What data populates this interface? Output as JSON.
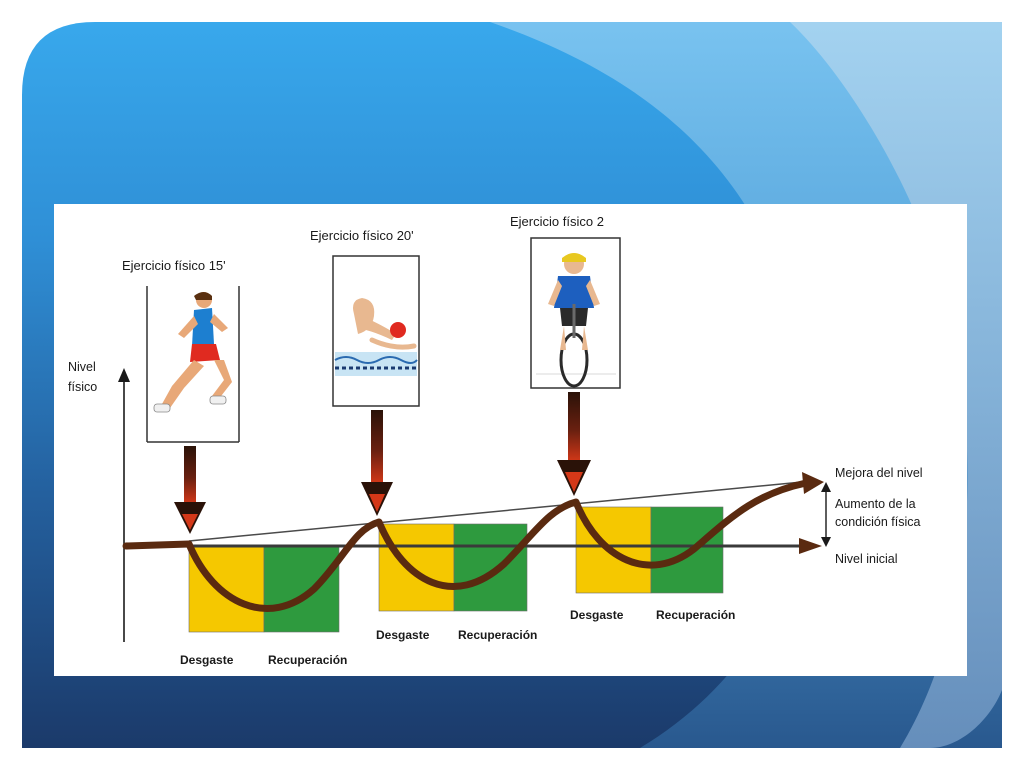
{
  "slide": {
    "colors": {
      "panel_top": "#38a8ec",
      "panel_bottom": "#1b3a6a",
      "light_swoosh": "#8cc8ef",
      "outer_swoosh": "#a8d4f0"
    }
  },
  "diagram": {
    "y_axis_label_line1": "Nivel",
    "y_axis_label_line2": "físico",
    "exercises": [
      {
        "label": "Ejercicio físico 15'",
        "icon": "runner-icon"
      },
      {
        "label": "Ejercicio físico 20'",
        "icon": "swimmer-icon"
      },
      {
        "label": "Ejercicio físico 2",
        "icon": "cyclist-icon"
      }
    ],
    "phases": [
      {
        "desgaste": "Desgaste",
        "recuperacion": "Recuperación"
      },
      {
        "desgaste": "Desgaste",
        "recuperacion": "Recuperación"
      },
      {
        "desgaste": "Desgaste",
        "recuperacion": "Recuperación"
      }
    ],
    "right_labels": {
      "mejora": "Mejora del nivel",
      "aumento_line1": "Aumento de la",
      "aumento_line2": "condición física",
      "inicial": "Nivel inicial"
    },
    "colors": {
      "desgaste": "#f5c800",
      "recuperacion": "#2e9a3e",
      "curve": "#5a2a10",
      "arrow": "#6a2010",
      "arrow_tip": "#d43818",
      "baseline": "#3a3a3a"
    }
  }
}
